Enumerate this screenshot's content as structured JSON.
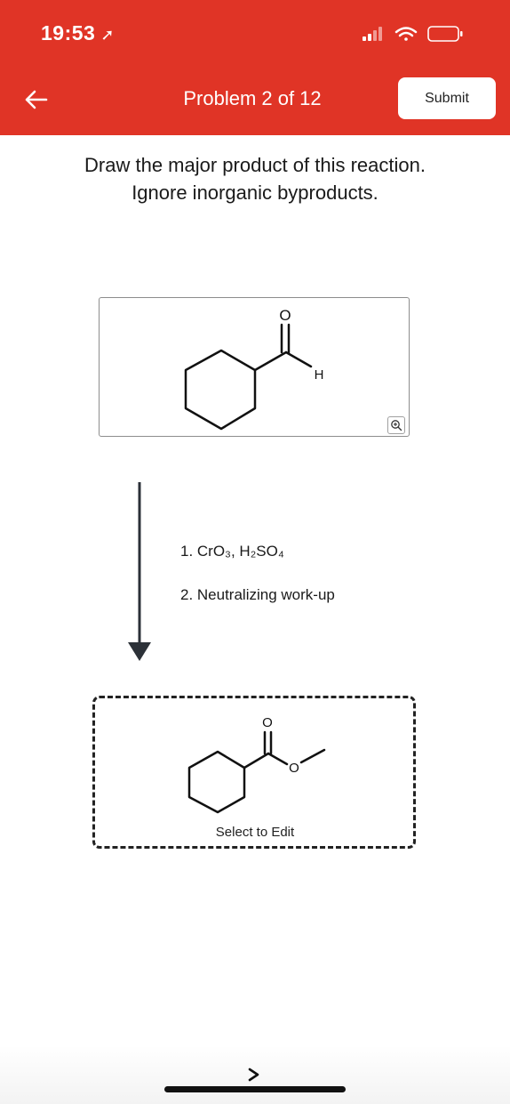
{
  "status_bar": {
    "time": "19:53",
    "location_icon": "location-arrow-icon",
    "signal_icon": "cellular-signal-icon",
    "wifi_icon": "wifi-icon",
    "battery_icon": "battery-icon"
  },
  "header": {
    "back_icon": "back-arrow-icon",
    "title": "Problem 2 of 12",
    "submit_label": "Submit",
    "background_color": "#e03426"
  },
  "prompt": {
    "line1": "Draw the major product of this reaction.",
    "line2": "Ignore inorganic byproducts."
  },
  "reactant": {
    "atom_o": "O",
    "atom_h": "H",
    "zoom_icon": "zoom-in-icon"
  },
  "conditions": {
    "step1": "1. CrO₃, H₂SO₄",
    "step2": "2. Neutralizing work-up"
  },
  "answer": {
    "atom_o_top": "O",
    "atom_o_ester": "O",
    "select_label": "Select to Edit"
  },
  "bottom": {
    "chevron_icon": "chevron-right-icon"
  }
}
